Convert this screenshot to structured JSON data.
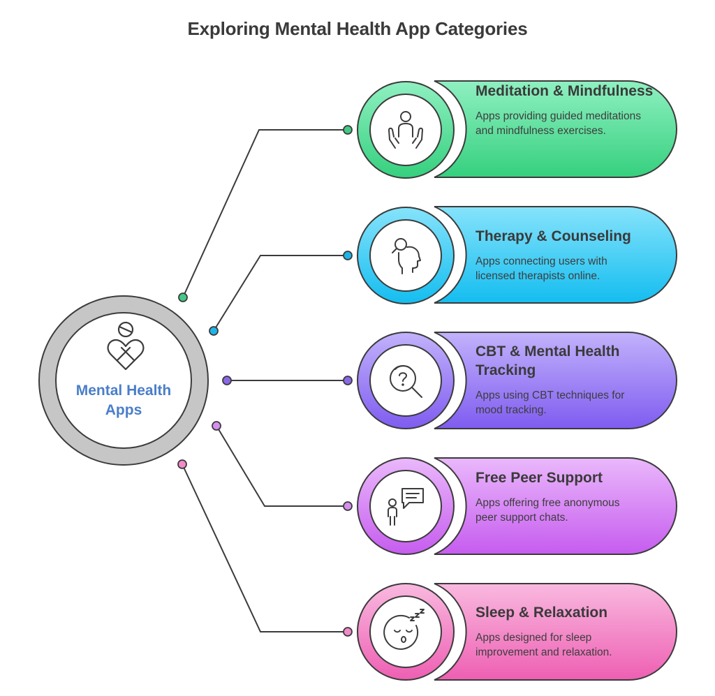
{
  "title": "Exploring Mental Health App Categories",
  "center": {
    "label": "Mental Health Apps",
    "icon": "heart-person-icon"
  },
  "categories": [
    {
      "title": "Meditation & Mindfulness",
      "description": "Apps providing guided meditations and mindfulness exercises.",
      "icon": "meditation-person-icon",
      "color": "#43d88a",
      "dot": "#43c985"
    },
    {
      "title": "Therapy & Counseling",
      "description": "Apps connecting users with licensed therapists online.",
      "icon": "counselor-head-icon",
      "color": "#27c3f0",
      "dot": "#1fb4e8"
    },
    {
      "title": "CBT & Mental Health Tracking",
      "description": "Apps using CBT techniques for mood tracking.",
      "icon": "head-question-magnifier-icon",
      "color": "#8f6cf0",
      "dot": "#8a68e8"
    },
    {
      "title": "Free Peer Support",
      "description": "Apps offering free anonymous peer support chats.",
      "icon": "person-chat-bubble-icon",
      "color": "#cf6ff0",
      "dot": "#d68ef0"
    },
    {
      "title": "Sleep & Relaxation",
      "description": "Apps designed for sleep improvement and relaxation.",
      "icon": "sleeping-face-icon",
      "color": "#f076c0",
      "dot": "#f28ac9"
    }
  ]
}
